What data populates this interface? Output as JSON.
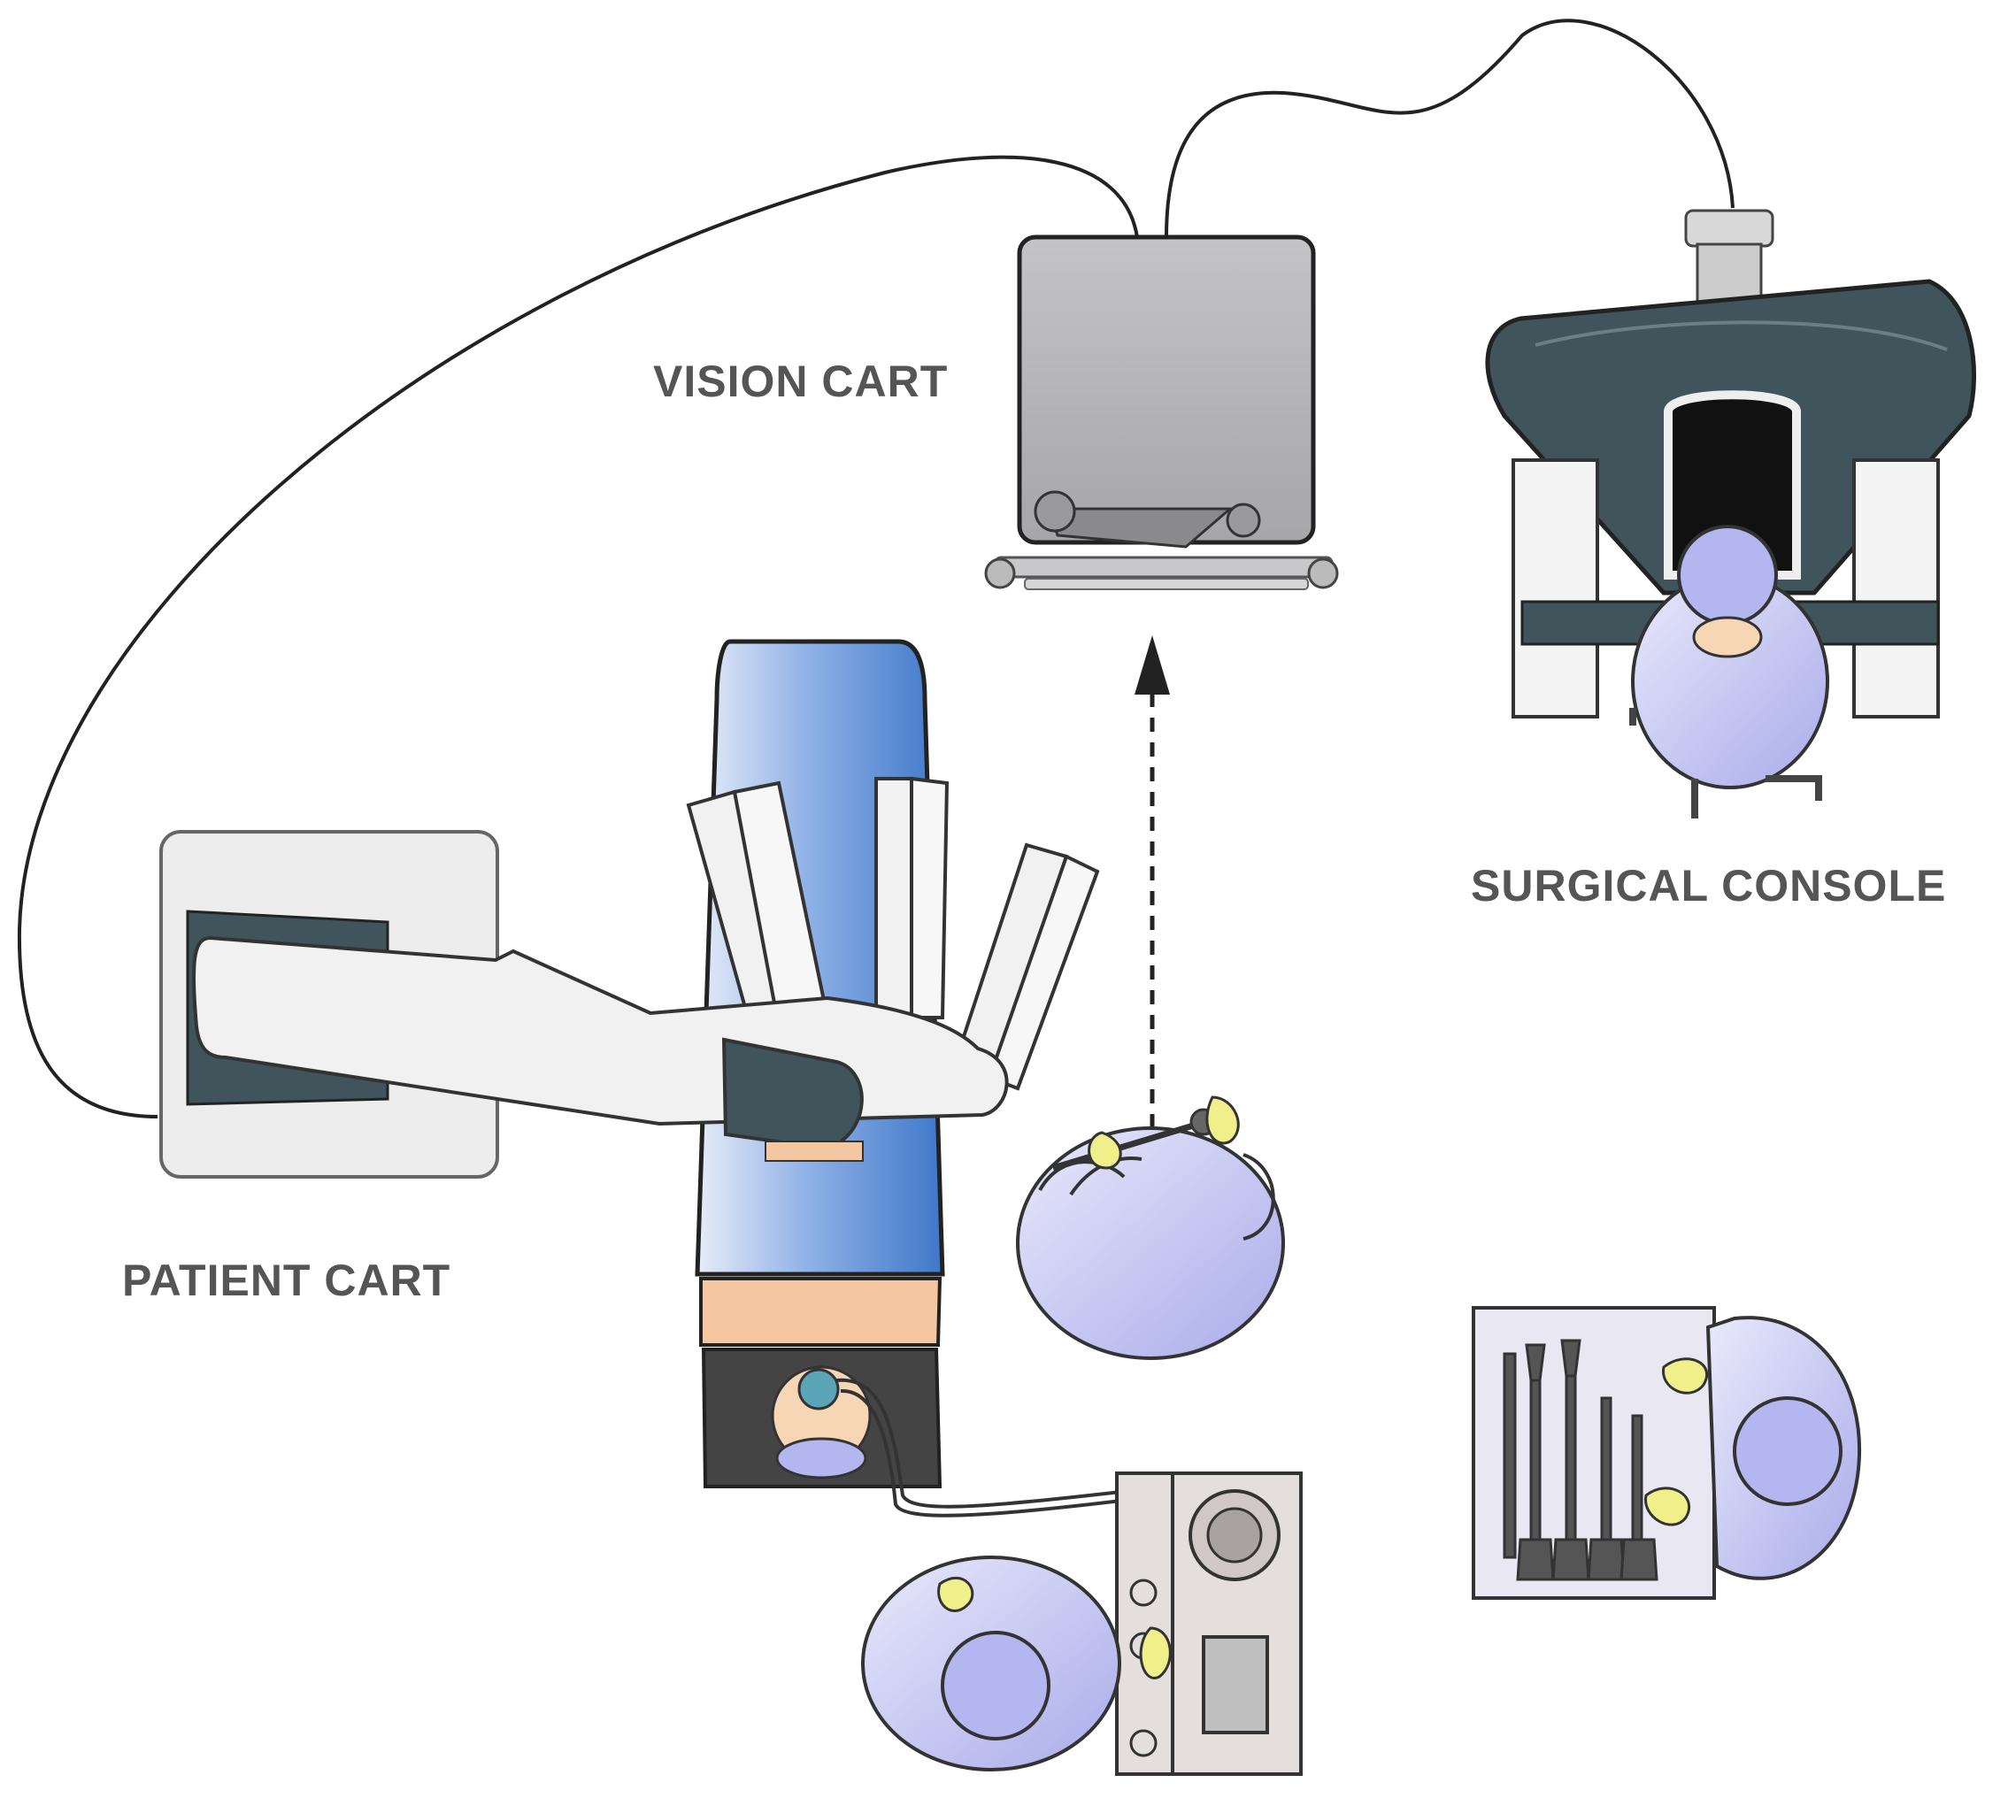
{
  "labels": {
    "vision_cart": "VISION CART",
    "surgical_console": "SURGICAL CONSOLE",
    "patient_cart": "PATIENT CART"
  },
  "colors": {
    "console_body": "#3f545b",
    "patient_drape": "#3f78c9",
    "staff_gown": "#b4b6ef",
    "glove": "#f0f08a",
    "monitor": "#b9b9bb",
    "cart_panel": "#ededed",
    "label_text": "#555555"
  }
}
